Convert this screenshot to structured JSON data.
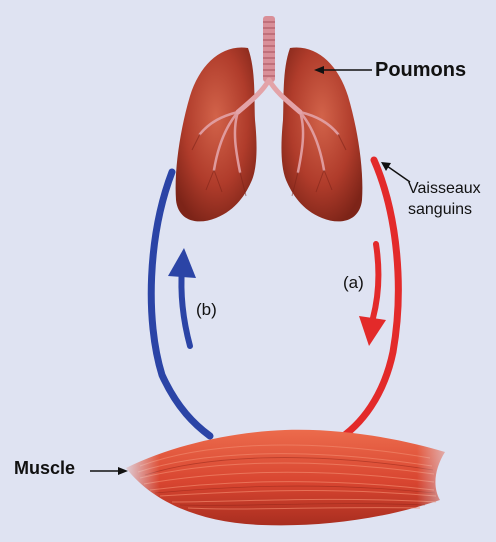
{
  "labels": {
    "lungs": "Poumons",
    "vessels_line1": "Vaisseaux",
    "vessels_line2": "sanguins",
    "muscle": "Muscle",
    "arrow_a": "(a)",
    "arrow_b": "(b)"
  },
  "colors": {
    "background": "#dfe3f2",
    "artery_red": "#e32a2a",
    "vein_blue": "#2b44a6",
    "lung": "#b2412e",
    "muscle": "#d74a32"
  },
  "icons": [
    "lungs-illustration",
    "muscle-illustration",
    "flow-arrow-a",
    "flow-arrow-b"
  ]
}
